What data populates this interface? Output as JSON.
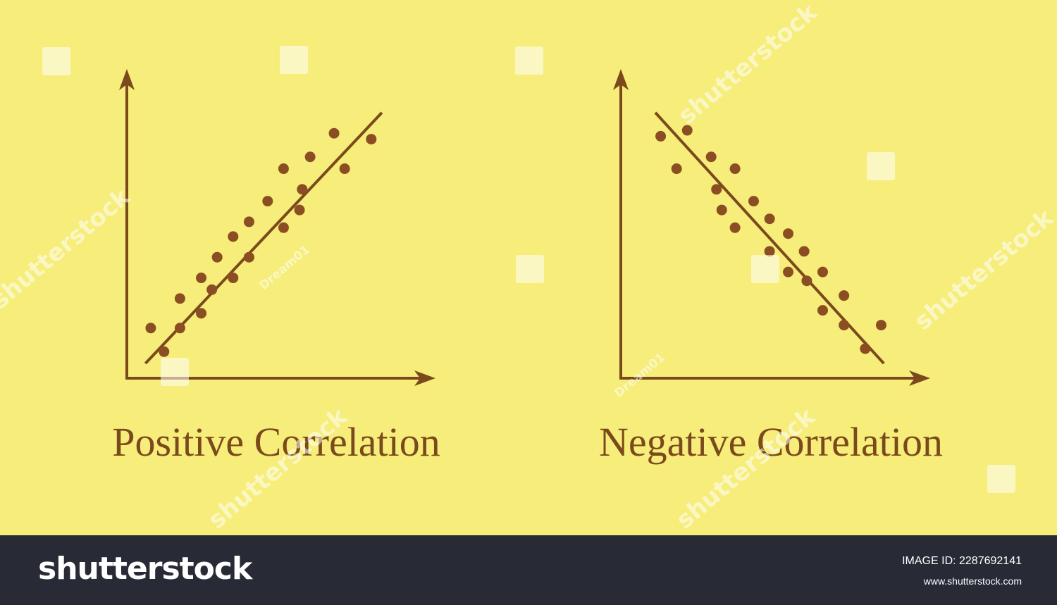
{
  "colors": {
    "background": "#f6ed7a",
    "ink": "#7b4a1c",
    "point": "#8a4e22",
    "watermark": "#ffffff",
    "footer": "#282b35"
  },
  "chart_data": [
    {
      "type": "scatter",
      "title": "Positive Correlation",
      "xlabel": "",
      "ylabel": "",
      "xlim": [
        0,
        10
      ],
      "ylim": [
        0,
        10
      ],
      "grid": false,
      "points": [
        [
          0.9,
          1.7
        ],
        [
          1.4,
          0.9
        ],
        [
          2.0,
          1.7
        ],
        [
          2.0,
          2.7
        ],
        [
          2.8,
          2.2
        ],
        [
          2.8,
          3.4
        ],
        [
          3.2,
          3.0
        ],
        [
          3.4,
          4.1
        ],
        [
          4.0,
          3.4
        ],
        [
          4.0,
          4.8
        ],
        [
          4.6,
          4.1
        ],
        [
          4.6,
          5.3
        ],
        [
          5.3,
          6.0
        ],
        [
          5.9,
          5.1
        ],
        [
          5.9,
          7.1
        ],
        [
          6.5,
          5.7
        ],
        [
          6.6,
          6.4
        ],
        [
          6.9,
          7.5
        ],
        [
          7.8,
          8.3
        ],
        [
          8.2,
          7.1
        ],
        [
          9.2,
          8.1
        ]
      ],
      "trendline": [
        [
          0.7,
          0.5
        ],
        [
          9.6,
          9.0
        ]
      ],
      "caption": "Positive Correlation"
    },
    {
      "type": "scatter",
      "title": "Negative Correlation",
      "xlabel": "",
      "ylabel": "",
      "xlim": [
        0,
        10
      ],
      "ylim": [
        0,
        10
      ],
      "grid": false,
      "points": [
        [
          1.5,
          8.2
        ],
        [
          2.1,
          7.1
        ],
        [
          2.5,
          8.4
        ],
        [
          3.4,
          7.5
        ],
        [
          3.6,
          6.4
        ],
        [
          3.8,
          5.7
        ],
        [
          4.3,
          5.1
        ],
        [
          4.3,
          7.1
        ],
        [
          5.0,
          6.0
        ],
        [
          5.6,
          5.4
        ],
        [
          5.6,
          4.3
        ],
        [
          6.3,
          3.6
        ],
        [
          6.3,
          4.9
        ],
        [
          6.9,
          4.3
        ],
        [
          7.0,
          3.3
        ],
        [
          7.6,
          3.6
        ],
        [
          7.6,
          2.3
        ],
        [
          8.4,
          2.8
        ],
        [
          8.4,
          1.8
        ],
        [
          9.2,
          1.0
        ],
        [
          9.8,
          1.8
        ]
      ],
      "trendline": [
        [
          1.3,
          9.0
        ],
        [
          9.9,
          0.5
        ]
      ],
      "caption": "Negative Correlation"
    }
  ],
  "watermark": {
    "brand": "shutterstock",
    "author": "Dream01"
  },
  "footer": {
    "logo": "shutterstock",
    "image_id": "IMAGE ID: 2287692141",
    "url": "www.shutterstock.com"
  }
}
